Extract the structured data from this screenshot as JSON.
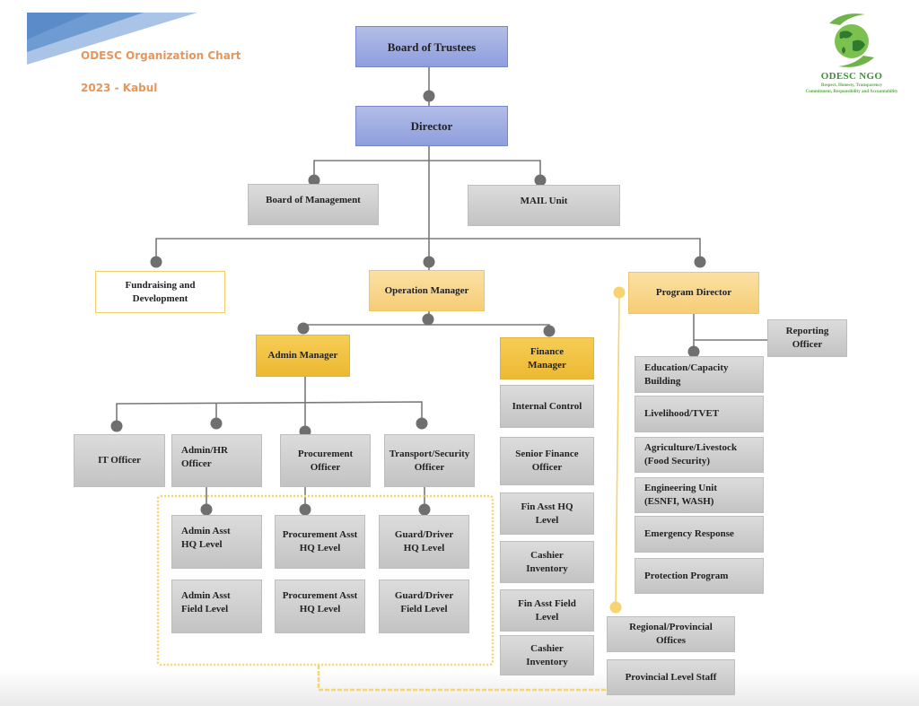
{
  "header": {
    "title": "ODESC Organization Chart",
    "subtitle": "2023 - Kabul"
  },
  "logo": {
    "name": "ODESC NGO",
    "tagline_1": "Respect, Honesty, Transparency",
    "tagline_2": "Commitment, Responsibility and Accountability",
    "icon": "globe-hands-icon"
  },
  "colors": {
    "title_orange": "#e8955a",
    "top_blue": "#9aa8e0",
    "manager_gold": "#f0c140",
    "director_light_gold": "#f8d68c",
    "unit_gray": "#cfcfcf",
    "connector_gray": "#6f6f6f",
    "dotted_yellow": "#f7d46f",
    "logo_green": "#3f8f3a"
  },
  "nodes": {
    "board_of_trustees": "Board of Trustees",
    "director": "Director",
    "board_of_management": "Board of Management",
    "mail_unit": "MAIL Unit",
    "fundraising": "Fundraising and Development",
    "operation_manager": "Operation Manager",
    "program_director": "Program Director",
    "reporting_officer": "Reporting Officer",
    "admin_manager": "Admin Manager",
    "finance_manager": "Finance Manager",
    "it_officer": "IT Officer",
    "admin_hr_officer": "Admin/HR Officer",
    "procurement_officer": "Procurement Officer",
    "transport_security_officer": "Transport/Security Officer",
    "admin_asst_hq": "Admin Asst HQ Level",
    "admin_asst_field": "Admin Asst Field Level",
    "procurement_asst_hq": "Procurement Asst HQ Level",
    "procurement_asst_hq_2": "Procurement Asst HQ Level",
    "guard_driver_hq": "Guard/Driver HQ Level",
    "guard_driver_field": "Guard/Driver Field Level",
    "regional_offices": "Regional/Provincial Offices",
    "provincial_staff": "Provincial Level Staff"
  },
  "finance_units": [
    "Internal Control",
    "Senior Finance Officer",
    "Fin Asst HQ Level",
    "Cashier Inventory",
    "Fin Asst Field Level",
    "Cashier Inventory"
  ],
  "program_units": [
    "Education/Capacity Building",
    "Livelihood/TVET",
    "Agriculture/Livestock (Food Security)",
    "Engineering Unit (ESNFI, WASH)",
    "Emergency Response",
    "Protection Program"
  ]
}
